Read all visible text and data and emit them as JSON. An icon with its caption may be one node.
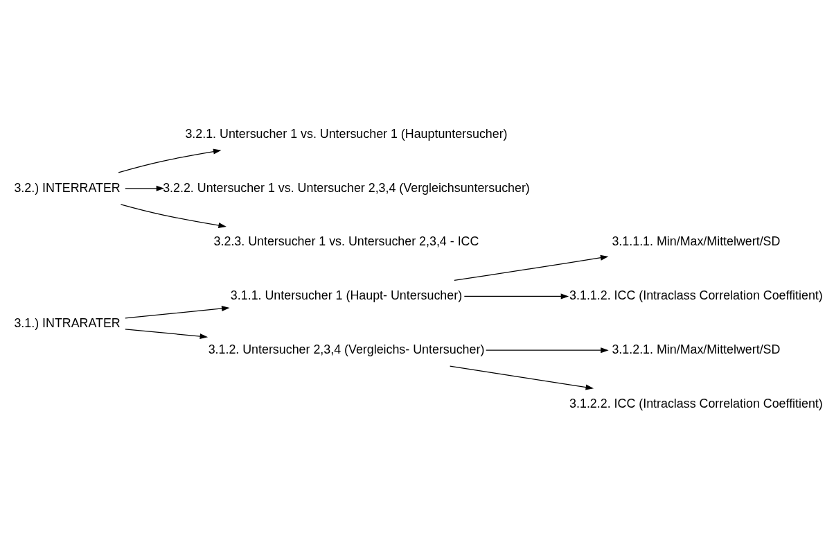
{
  "diagram": {
    "nodes": [
      {
        "text": [
          "3.1.) INTRARATER"
        ]
      },
      {
        "text": [
          "3.1.1. Untersucher 1 (Haupt- Untersucher)"
        ]
      },
      {
        "text": [
          "3.1.1.1. Min/Max/Mittelwert/SD"
        ]
      },
      {
        "text": [
          "3.1.1.2. ICC (Intraclass Correlation Coeffitient)"
        ]
      },
      {
        "text": [
          "3.1.2. Untersucher 2,3,4 (Vergleichs- Untersucher)"
        ]
      },
      {
        "text": [
          "3.1.2.1. Min/Max/Mittelwert/SD"
        ]
      },
      {
        "text": [
          "3.1.2.2. ICC (Intraclass Correlation Coeffitient)"
        ]
      },
      {
        "text": [
          "3.2.) INTERRATER"
        ]
      },
      {
        "text": [
          "3.2.1. Untersucher 1 vs. Untersucher 1 (Hauptuntersucher)"
        ]
      },
      {
        "text": [
          "3.2.2. Untersucher 1 vs. Untersucher 2,3,4 (Vergleichsuntersucher)"
        ]
      },
      {
        "text": [
          "3.2.3. Untersucher 1 vs. Untersucher 2,3,4 - ICC"
        ]
      }
    ],
    "edges": [
      {
        "from": 0,
        "to": 1,
        "arrow": "to"
      },
      {
        "from": 1,
        "to": 2,
        "arrow": "to"
      },
      {
        "from": 1,
        "to": 3,
        "arrow": "to"
      },
      {
        "from": 0,
        "to": 4,
        "arrow": "to"
      },
      {
        "from": 4,
        "to": 5,
        "arrow": "to"
      },
      {
        "from": 4,
        "to": 6,
        "arrow": "to"
      },
      {
        "from": 7,
        "to": 8,
        "arrow": "to"
      },
      {
        "from": 7,
        "to": 9,
        "arrow": "to"
      },
      {
        "from": 7,
        "to": 10,
        "arrow": "to"
      }
    ]
  }
}
